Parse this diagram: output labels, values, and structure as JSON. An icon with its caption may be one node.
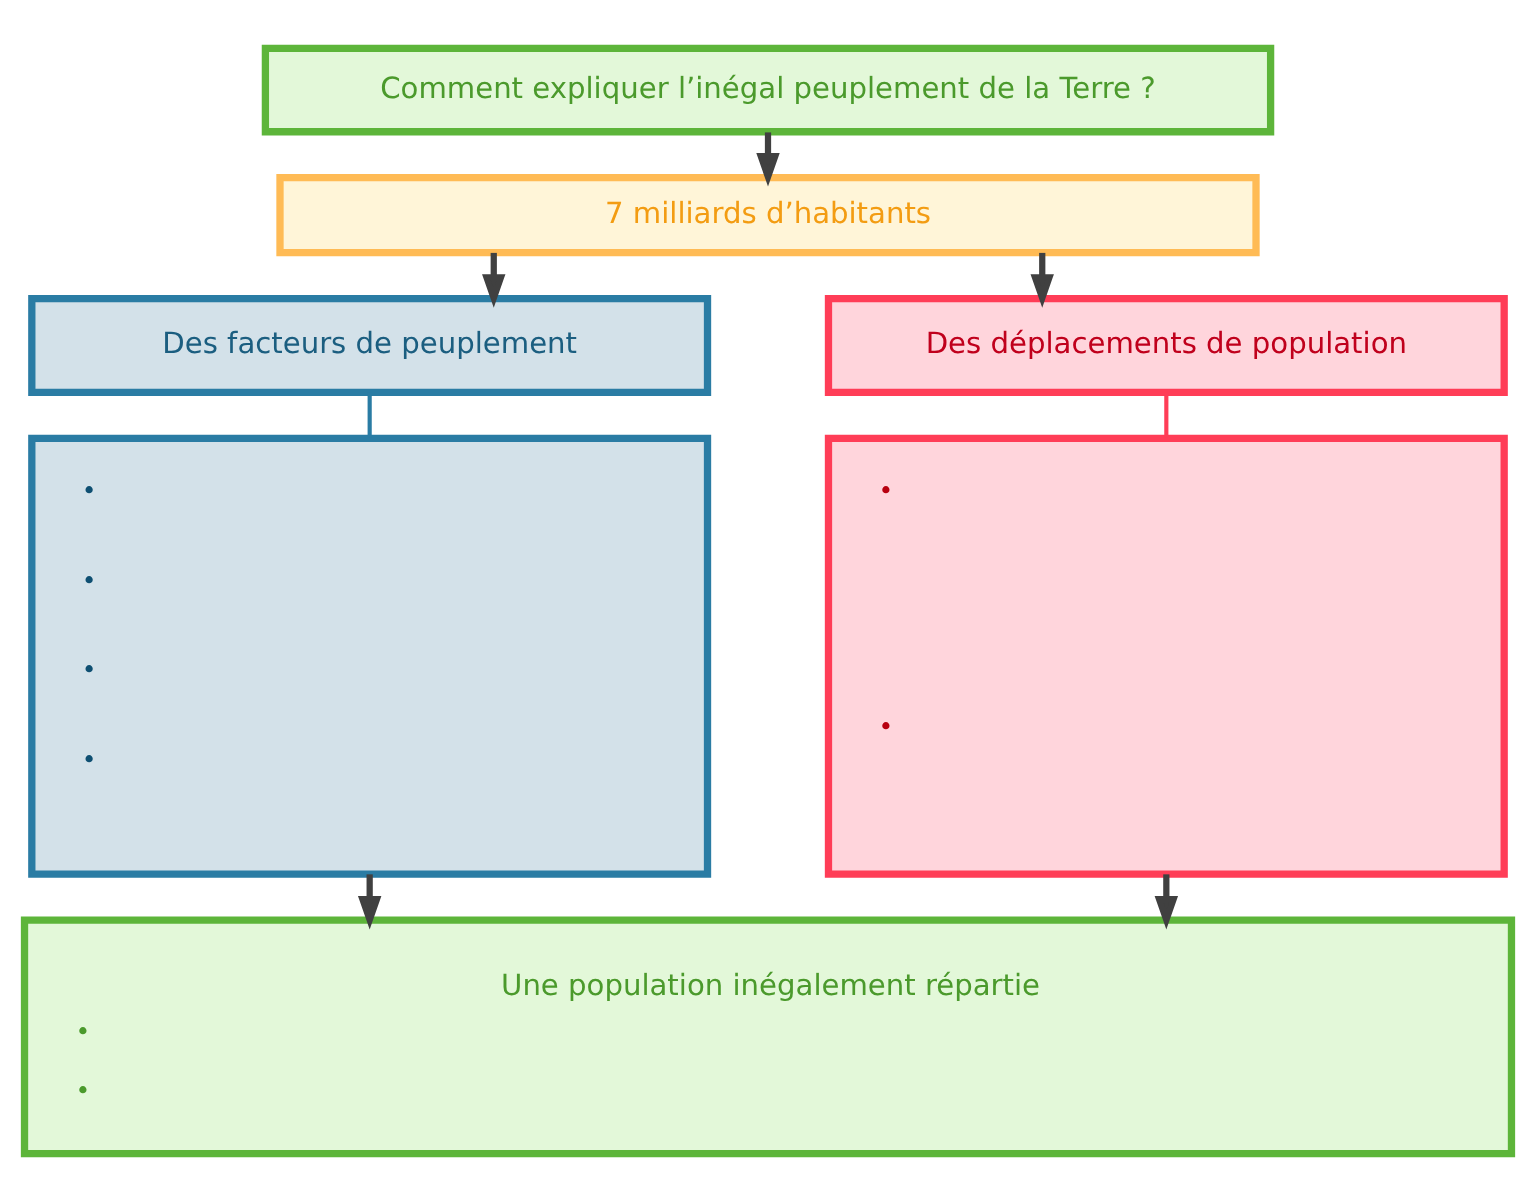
{
  "diagram": {
    "nodes": [
      {
        "text": [
          "Comment expliquer l’inégal peuplement de la Terre ?"
        ]
      },
      {
        "text": [
          "7 milliards d’habitants"
        ]
      },
      {
        "text": [
          "Des facteurs de peuplement"
        ]
      },
      {
        "text": [
          "Des déplacements de population"
        ]
      },
      {
        "text": [
          "•",
          "•",
          "•",
          "•"
        ]
      },
      {
        "text": [
          "•",
          "•"
        ]
      },
      {
        "text": [
          "Une population inégalement répartie",
          "•",
          "•"
        ]
      }
    ],
    "edges": [
      {
        "from": 0,
        "to": 1,
        "arrow": "to"
      },
      {
        "from": 1,
        "to": 2,
        "arrow": "to"
      },
      {
        "from": 1,
        "to": 3,
        "arrow": "to"
      },
      {
        "from": 2,
        "to": 4,
        "arrow": "none",
        "color": "#2a7ca4"
      },
      {
        "from": 3,
        "to": 5,
        "arrow": "none",
        "color": "#ff3d57"
      },
      {
        "from": 4,
        "to": 6,
        "arrow": "to"
      },
      {
        "from": 5,
        "to": 6,
        "arrow": "to"
      }
    ]
  }
}
